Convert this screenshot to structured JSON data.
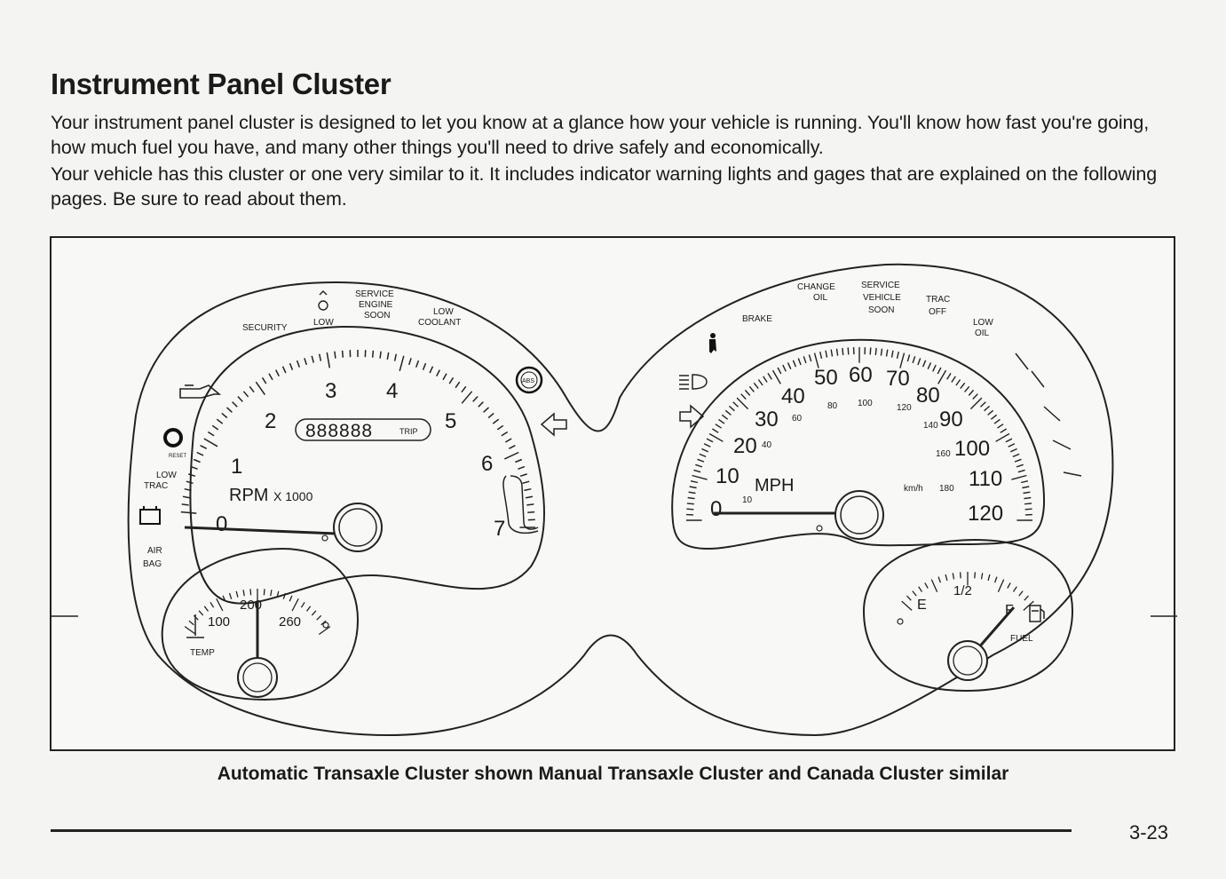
{
  "page": {
    "title": "Instrument Panel Cluster",
    "para1": "Your instrument panel cluster is designed to let you know at a glance how your vehicle is running. You'll know how fast you're going, how much fuel you have, and many other things you'll need to drive safely and economically.",
    "para2": "Your vehicle has this cluster or one very similar to it. It includes indicator warning lights and gages that are explained on the following pages. Be sure to read about them.",
    "caption": "Automatic Transaxle Cluster shown Manual Transaxle Cluster and Canada Cluster similar",
    "page_number": "3-23"
  },
  "tach": {
    "numbers": [
      "0",
      "1",
      "2",
      "3",
      "4",
      "5",
      "6",
      "7"
    ],
    "label": "RPM",
    "label_suffix": "X 1000",
    "odometer": "888888",
    "trip": "TRIP"
  },
  "tach_lights": {
    "security": "SECURITY",
    "low": "LOW",
    "service": "SERVICE",
    "engine": "ENGINE",
    "soon": "SOON",
    "low_coolant_1": "LOW",
    "low_coolant_2": "COOLANT",
    "reset": "RESET",
    "low_trac_1": "LOW",
    "low_trac_2": "TRAC",
    "air_bag_1": "AIR",
    "air_bag_2": "BAG",
    "abs": "ABS"
  },
  "temp": {
    "numbers": [
      "100",
      "200",
      "260"
    ],
    "label": "TEMP"
  },
  "speedo": {
    "mph": [
      "0",
      "10",
      "20",
      "30",
      "40",
      "50",
      "60",
      "70",
      "80",
      "90",
      "100",
      "110",
      "120"
    ],
    "kmh": [
      "10",
      "40",
      "60",
      "80",
      "100",
      "120",
      "140",
      "160",
      "180"
    ],
    "label": "MPH",
    "kmh_label": "km/h"
  },
  "speedo_lights": {
    "brake": "BRAKE",
    "change_1": "CHANGE",
    "change_2": "OIL",
    "sv_1": "SERVICE",
    "sv_2": "VEHICLE",
    "sv_3": "SOON",
    "trac_1": "TRAC",
    "trac_2": "OFF",
    "lowoil_1": "LOW",
    "lowoil_2": "OIL"
  },
  "fuel": {
    "empty": "E",
    "half": "1/2",
    "full": "F",
    "label": "FUEL"
  }
}
